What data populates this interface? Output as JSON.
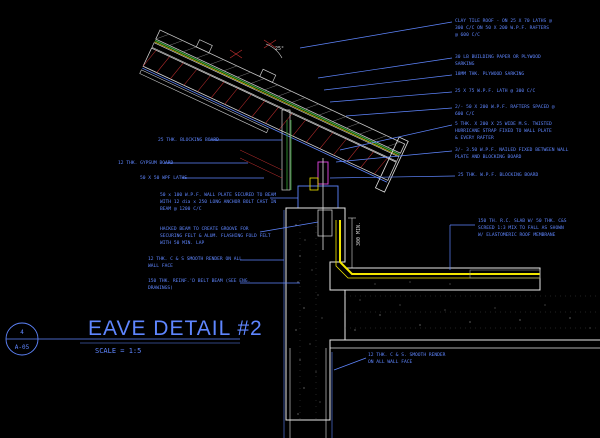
{
  "drawing": {
    "title": "EAVE DETAIL #2",
    "scale": "SCALE = 1:5",
    "detail_number": "4",
    "sheet": "A-05",
    "roof_pitch": "25°",
    "dim_vertical": "300 MIN."
  },
  "labels_right": [
    "CLAY TILE ROOF - ON 25 X 70 LATHS @",
    "300 C/C ON 50 X 200 W.P.F. RAFTERS",
    "@ 600 C/C",
    "30 LB BUILDING PAPER OR PLYWOOD",
    "SARKING",
    "18MM THK. PLYWOOD SARKING",
    "25 X 75 W.P.F. LATH @ 300 C/C",
    "2/- 50 X 200 W.P.F. RAFTERS SPACED @",
    "600 C/C",
    "5 THK. X 200 X 25 WIDE M.S. TWISTED",
    "HURRICANE STRAP FIXED TO WALL PLATE",
    "& EVERY RAFTER",
    "3/- 3.50 W.P.F. NAILED FIXED BETWEEN WALL",
    "PLATE AND BLOCKING BOARD",
    "25 THK. W.P.F. BLOCKING BOARD",
    "150 TH. R.C. SLAB W/ 50 THK. C&S",
    "SCREED 1:3 MIX TO FALL AS SHOWN",
    "W/ ELASTOMERIC ROOF MEMBRANE"
  ],
  "labels_left": [
    "25 THK. BLOCKING BOARD",
    "12 THK. GYPSUM BOARD",
    "50 X 50 WPF LATHS",
    "50 x 100 W.P.F. WALL PLATE SECURED TO BEAM",
    "WITH 12 dia x 250 LONG ANCHOR BOLT CAST IN",
    "BEAM @ 1200 C/C",
    "HACKED BEAM TO CREATE GROOVE FOR",
    "SECURING FELT & ALUM. FLASHING FOLD FELT",
    "WITH 50 MIN. LAP",
    "12 THK. C & S SMOOTH RENDER ON ALL",
    "WALL FACE",
    "150 THK. REINF.'D BELT BEAM (SEE ENG.",
    "DRAWINGS)",
    "12 THK. C & S. SMOOTH RENDER",
    "ON ALL WALL FACE"
  ],
  "colors": {
    "background": "#000000",
    "annotation": "#5f86ff",
    "structure": "#e8e8e8",
    "membrane": "#f2e600",
    "hatch_red": "#c83030",
    "hatch_green": "#3aa83a",
    "magenta": "#d040d0"
  }
}
